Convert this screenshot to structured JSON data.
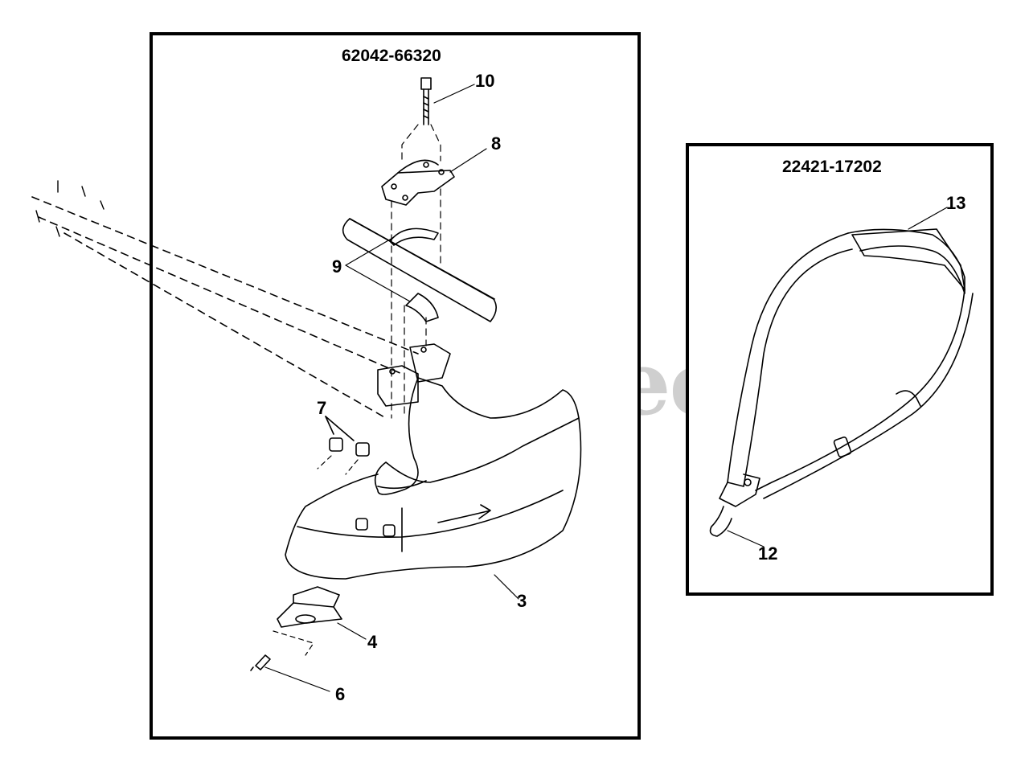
{
  "watermark": {
    "text": "PartsTree",
    "trademark": "™"
  },
  "left_panel": {
    "part_number": "62042-66320",
    "callouts": [
      "10",
      "8",
      "9",
      "7",
      "3",
      "4",
      "6"
    ]
  },
  "right_panel": {
    "part_number": "22421-17202",
    "callouts": [
      "13",
      "12"
    ]
  }
}
